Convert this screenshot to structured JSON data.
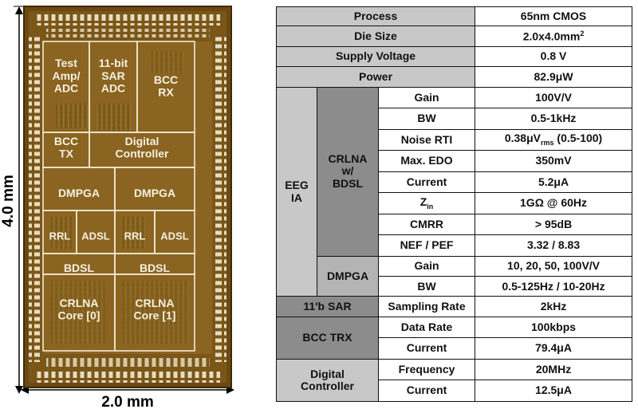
{
  "die": {
    "width_label": "2.0 mm",
    "height_label": "4.0 mm",
    "blocks": {
      "test_amp": "Test\nAmp/\nADC",
      "sar_adc": "11-bit\nSAR\nADC",
      "bcc_rx": "BCC\nRX",
      "bcc_tx": "BCC\nTX",
      "digital_controller": "Digital\nController",
      "dmpga_left": "DMPGA",
      "dmpga_right": "DMPGA",
      "rrl_left": "RRL",
      "adsl_left": "ADSL",
      "rrl_right": "RRL",
      "adsl_right": "ADSL",
      "bdsl_left": "BDSL",
      "bdsl_right": "BDSL",
      "crlna_core0": "CRLNA\nCore [0]",
      "crlna_core1": "CRLNA\nCore [1]"
    }
  },
  "table": {
    "process": {
      "label": "Process",
      "value": "65nm CMOS"
    },
    "die_size": {
      "label": "Die Size",
      "value": "2.0x4.0mm",
      "sup": "2"
    },
    "supply": {
      "label": "Supply Voltage",
      "value": "0.8 V"
    },
    "power": {
      "label": "Power",
      "value": "82.9μW"
    },
    "eeg_ia": "EEG\nIA",
    "crlna": "CRLNA\nw/\nBDSL",
    "crlna_rows": [
      {
        "param": "Gain",
        "value": "100V/V"
      },
      {
        "param": "BW",
        "value": "0.5-1kHz"
      },
      {
        "param": "Noise RTI",
        "value_pre": "0.38μV",
        "value_sub": "rms",
        "value_post": " (0.5-100)"
      },
      {
        "param": "Max. EDO",
        "value": "350mV"
      },
      {
        "param": "Current",
        "value": "5.2μA"
      },
      {
        "param_pre": "Z",
        "param_sub": "in",
        "value": "1GΩ @ 60Hz"
      },
      {
        "param": "CMRR",
        "value": "> 95dB"
      },
      {
        "param": "NEF / PEF",
        "value": "3.32 / 8.83"
      }
    ],
    "dmpga": "DMPGA",
    "dmpga_rows": [
      {
        "param": "Gain",
        "value": "10, 20, 50, 100V/V"
      },
      {
        "param": "BW",
        "value": "0.5-125Hz / 10-20Hz"
      }
    ],
    "sar": {
      "label": "11'b SAR",
      "param": "Sampling Rate",
      "value": "2kHz"
    },
    "bcc": "BCC TRX",
    "bcc_rows": [
      {
        "param": "Data Rate",
        "value": "100kbps"
      },
      {
        "param": "Current",
        "value": "79.4μA"
      }
    ],
    "digital": "Digital\nController",
    "digital_rows": [
      {
        "param": "Frequency",
        "value": "20MHz"
      },
      {
        "param": "Current",
        "value": "12.5μA"
      }
    ]
  }
}
